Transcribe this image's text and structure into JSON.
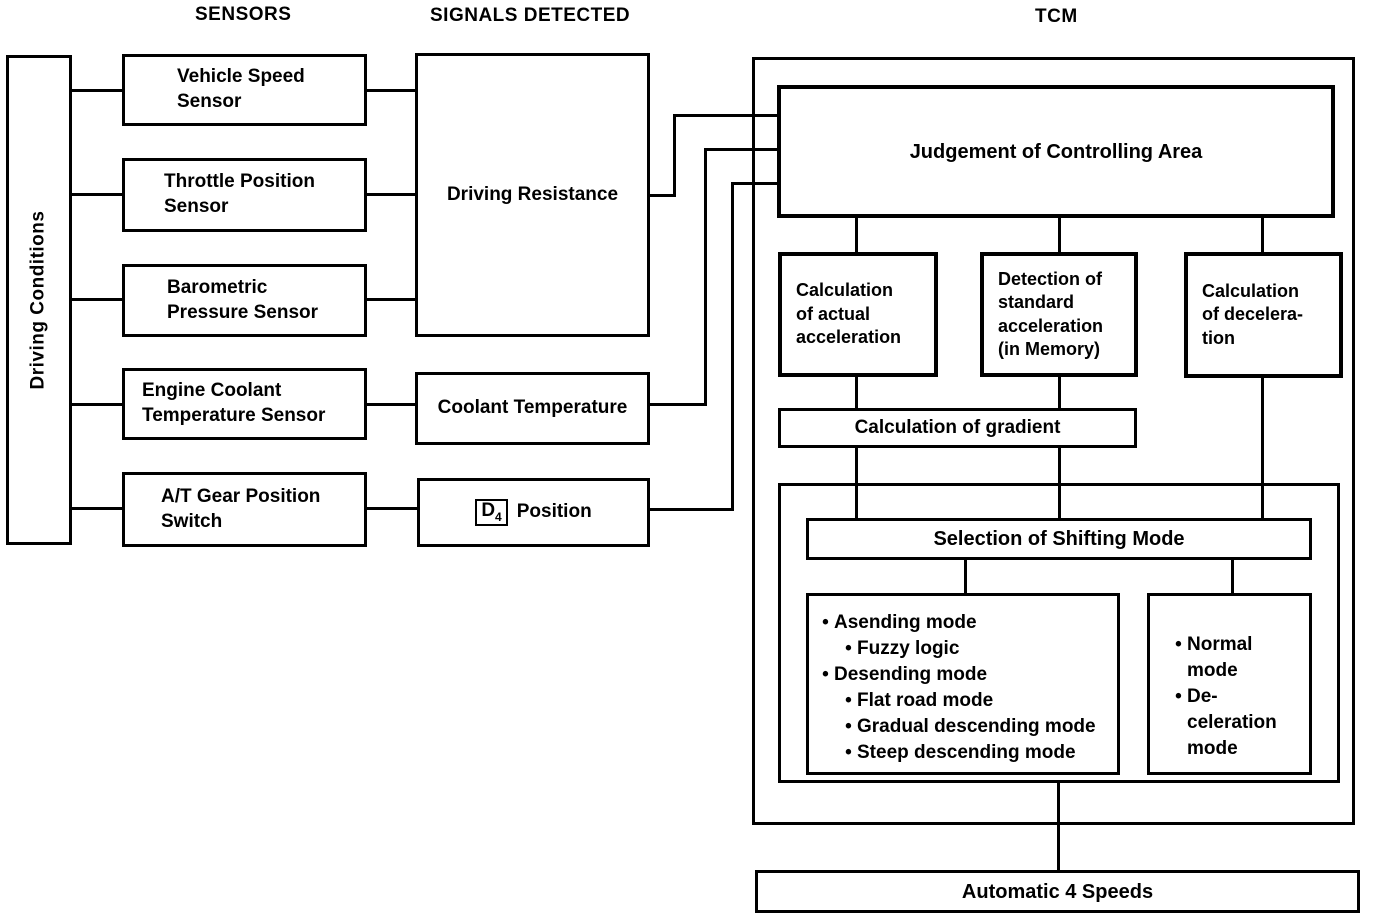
{
  "headers": {
    "sensors": "SENSORS",
    "signals_detected": "SIGNALS DETECTED",
    "tcm": "TCM"
  },
  "driving_conditions_label": "Driving Conditions",
  "sensors": [
    {
      "label": "Vehicle Speed\nSensor"
    },
    {
      "label": "Throttle Position\nSensor"
    },
    {
      "label": "Barometric\nPressure Sensor"
    },
    {
      "label": "Engine Coolant\nTemperature Sensor"
    },
    {
      "label": "A/T Gear Position\nSwitch"
    }
  ],
  "signals": {
    "driving_resistance": "Driving Resistance",
    "coolant_temperature": "Coolant Temperature",
    "d4": {
      "letter": "D",
      "subscript": "4",
      "text": "Position"
    }
  },
  "tcm": {
    "judgement": "Judgement of Controlling Area",
    "calc_actual": "Calculation\nof actual\nacceleration",
    "detection_standard": "Detection of\nstandard\nacceleration\n(in Memory)",
    "calc_decel": "Calculation\nof decelera-\ntion",
    "gradient": "Calculation of gradient",
    "selection": "Selection of Shifting Mode",
    "modes_left": [
      {
        "bullet": "•",
        "text": "Asending mode"
      },
      {
        "bullet": "•",
        "text": "Fuzzy logic"
      },
      {
        "bullet": "•",
        "text": "Desending mode"
      },
      {
        "bullet": "•",
        "text": "Flat road mode"
      },
      {
        "bullet": "•",
        "text": "Gradual descending mode"
      },
      {
        "bullet": "•",
        "text": "Steep descending mode"
      }
    ],
    "modes_right": [
      {
        "bullet": "•",
        "text": "Normal\nmode"
      },
      {
        "bullet": "•",
        "text": "De-\nceleration\nmode"
      }
    ]
  },
  "output_label": "Automatic 4 Speeds",
  "colors": {
    "ink": "#000000",
    "background": "#ffffff"
  }
}
